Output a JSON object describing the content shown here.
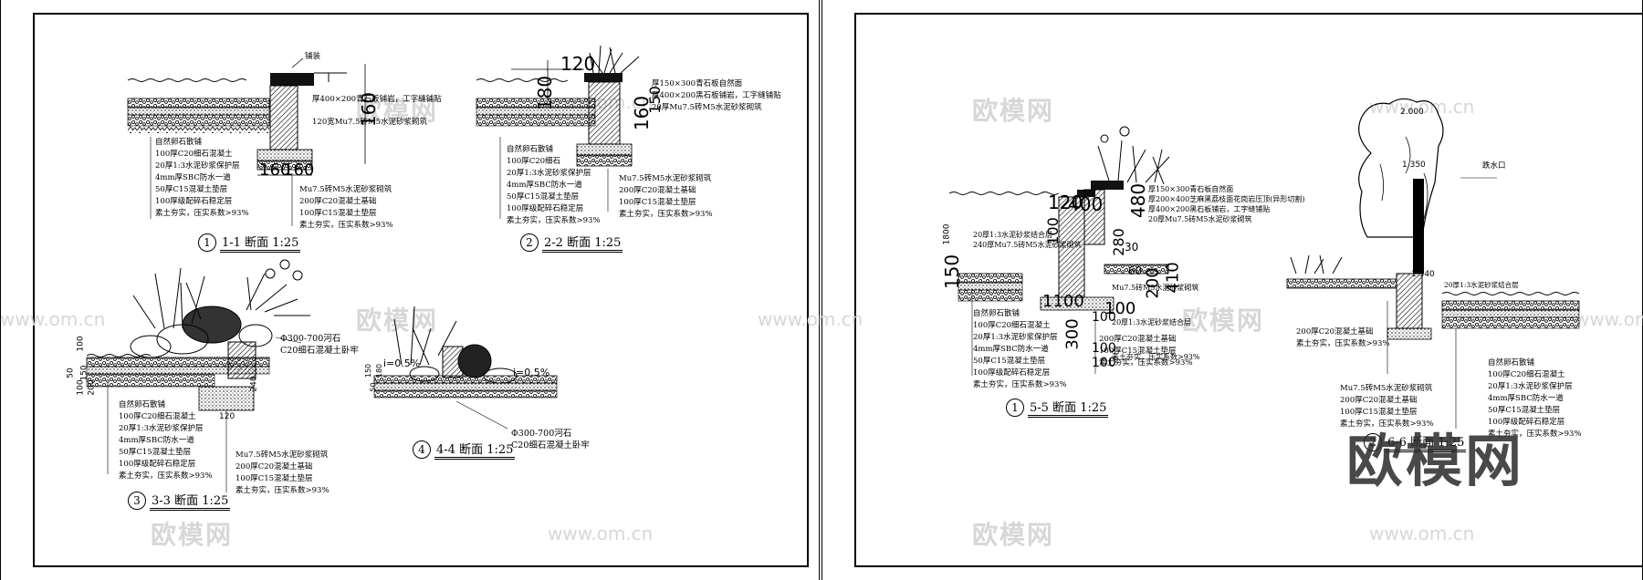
{
  "watermark": {
    "brand": "欧模网",
    "url": "www.om.cn"
  },
  "overlay_brand": "欧模网",
  "sheet_left": {
    "section_1": {
      "number": "1",
      "title": "1-1 断面 1:25",
      "callout_top": "铺装",
      "notes_right": [
        "厚400×200青石板铺岩，工字缝铺贴",
        "120宽Mu7.5砖M5水泥砂浆砌筑"
      ],
      "dims": [
        "160",
        "160",
        "160"
      ],
      "notes_left": [
        "自然卵石散铺",
        "100厚C20细石混凝土",
        "20厚1:3水泥砂浆保护层",
        "4mm厚SBC防水一道",
        "50厚C15混凝土垫层",
        "100厚级配碎石稳定层",
        "素土夯实，压实系数>93%"
      ],
      "notes_bottom_right": [
        "Mu7.5砖M5水泥砂浆砌筑",
        "200厚C20混凝土基础",
        "100厚C15混凝土垫层",
        "素土夯实，压实系数>93%"
      ]
    },
    "section_2": {
      "number": "2",
      "title": "2-2 断面 1:25",
      "notes_right": [
        "厚150×300青石板自然面",
        "厚400×200黑石板铺岩，工字缝铺贴",
        "20厚Mu7.5砖M5水泥砂浆砌筑"
      ],
      "dims": [
        "120",
        "180",
        "160",
        "150"
      ],
      "notes_left": [
        "自然卵石散铺",
        "100厚C20细石",
        "20厚1:3水泥砂浆保护层",
        "4mm厚SBC防水一道",
        "50厚C15混凝土垫层",
        "100厚级配碎石稳定层",
        "素土夯实，压实系数>93%"
      ],
      "notes_bottom_right": [
        "Mu7.5砖M5水泥砂浆砌筑",
        "200厚C20混凝土基础",
        "100厚C15混凝土垫层",
        "素土夯实，压实系数>93%"
      ]
    },
    "section_3": {
      "number": "3",
      "title": "3-3 断面 1:25",
      "callout": [
        "Φ300-700河石",
        "C20细石混凝土卧牢"
      ],
      "dims": [
        "100",
        "50",
        "150",
        "240",
        "120",
        "100",
        "200"
      ],
      "notes_left": [
        "自然卵石散铺",
        "100厚C20细石混凝土",
        "20厚1:3水泥砂浆保护层",
        "4mm厚SBC防水一道",
        "50厚C15混凝土垫层",
        "100厚级配碎石稳定层",
        "素土夯实，压实系数>93%"
      ],
      "notes_bottom_right": [
        "Mu7.5砖M5水泥砂浆砌筑",
        "200厚C20混凝土基础",
        "100厚C15混凝土垫层",
        "素土夯实，压实系数>93%"
      ]
    },
    "section_4": {
      "number": "4",
      "title": "4-4 断面 1:25",
      "slope_left": "i=0.5%",
      "slope_right": "i=0.5%",
      "dims": [
        "150",
        "50",
        "180"
      ],
      "callout": [
        "Φ300-700河石",
        "C20细石混凝土卧牢"
      ]
    }
  },
  "sheet_right": {
    "section_5": {
      "number": "1",
      "title": "5-5 断面 1:25",
      "dims": [
        "150",
        "1800",
        "120",
        "400",
        "480",
        "280",
        "100",
        "30",
        "60",
        "200",
        "410",
        "1100",
        "100",
        "300",
        "100",
        "100",
        "100"
      ],
      "notes_top_right": [
        "厚150×300青石板自然面",
        "厚200×400芝麻黑荔枝面花岗岩压顶(异形切割)",
        "厚400×200黑石板铺岩，工字缝铺贴",
        "20厚Mu7.5砖M5水泥砂浆砌筑"
      ],
      "notes_left_mid": [
        "20厚1:3水泥砂浆结合层",
        "240厚Mu7.5砖M5水泥砂浆砌筑"
      ],
      "notes_mid": [
        "Mu7.5砖M5水泥砂浆砌筑",
        "20厚1:3水泥砂浆结合层",
        "素土夯实，压实系数>93%"
      ],
      "notes_left": [
        "自然卵石散铺",
        "100厚C20细石混凝土",
        "20厚1:3水泥砂浆保护层",
        "4mm厚SBC防水一道",
        "50厚C15混凝土垫层",
        "100厚级配碎石稳定层",
        "素土夯实，压实系数>93%"
      ],
      "notes_bottom": [
        "200厚C20混凝土基础",
        "100厚C15混凝土垫层",
        "素土夯实，压实系数>93%"
      ]
    },
    "section_6": {
      "number": "2",
      "title": "6-6 断面 1:25",
      "elev_top": "2.000",
      "elev_outlet": "1.350",
      "outlet_label": "跌水口",
      "elev_water": "1.340",
      "note_top_right": "20厚1:3水泥砂浆结合层",
      "notes_left": [
        "200厚C20混凝土基础",
        "素土夯实，压实系数>93%"
      ],
      "notes_right": [
        "自然卵石散铺",
        "100厚C20细石混凝土",
        "20厚1:3水泥砂浆保护层",
        "4mm厚SBC防水一道",
        "50厚C15混凝土垫层",
        "100厚级配碎石稳定层",
        "素土夯实，压实系数>93%"
      ],
      "notes_bottom_left": [
        "Mu7.5砖M5水泥砂浆砌筑",
        "200厚C20混凝土基础",
        "100厚C15混凝土垫层",
        "素土夯实，压实系数>93%"
      ]
    }
  }
}
